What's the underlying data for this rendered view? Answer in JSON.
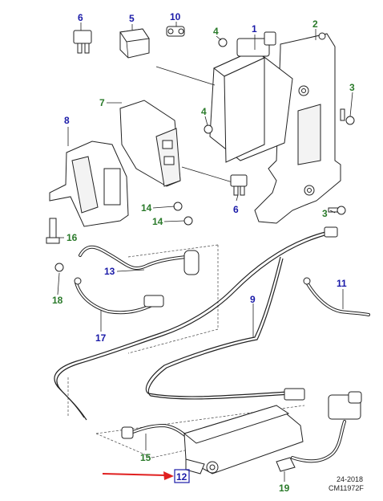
{
  "callouts": [
    {
      "id": "c1",
      "label": "1",
      "color": "#1a1aa8"
    },
    {
      "id": "c2",
      "label": "2",
      "color": "#2a7a2a"
    },
    {
      "id": "c3a",
      "label": "3",
      "color": "#2a7a2a"
    },
    {
      "id": "c3b",
      "label": "3",
      "color": "#2a7a2a"
    },
    {
      "id": "c4a",
      "label": "4",
      "color": "#2a7a2a"
    },
    {
      "id": "c4b",
      "label": "4",
      "color": "#2a7a2a"
    },
    {
      "id": "c5",
      "label": "5",
      "color": "#1a1aa8"
    },
    {
      "id": "c6a",
      "label": "6",
      "color": "#1a1aa8"
    },
    {
      "id": "c6b",
      "label": "6",
      "color": "#1a1aa8"
    },
    {
      "id": "c7",
      "label": "7",
      "color": "#2a7a2a"
    },
    {
      "id": "c8",
      "label": "8",
      "color": "#1a1aa8"
    },
    {
      "id": "c9",
      "label": "9",
      "color": "#1a1aa8"
    },
    {
      "id": "c10",
      "label": "10",
      "color": "#1a1aa8"
    },
    {
      "id": "c11",
      "label": "11",
      "color": "#1a1aa8"
    },
    {
      "id": "c12",
      "label": "12",
      "color": "#1a1aa8"
    },
    {
      "id": "c13",
      "label": "13",
      "color": "#1a1aa8"
    },
    {
      "id": "c14a",
      "label": "14",
      "color": "#2a7a2a"
    },
    {
      "id": "c14b",
      "label": "14",
      "color": "#2a7a2a"
    },
    {
      "id": "c15",
      "label": "15",
      "color": "#2a7a2a"
    },
    {
      "id": "c16",
      "label": "16",
      "color": "#2a7a2a"
    },
    {
      "id": "c17",
      "label": "17",
      "color": "#1a1aa8"
    },
    {
      "id": "c18",
      "label": "18",
      "color": "#2a7a2a"
    },
    {
      "id": "c19",
      "label": "19",
      "color": "#2a7a2a"
    }
  ],
  "highlight": {
    "callout_id": "c12",
    "box_color": "#1a1aa8",
    "arrow_color": "#e02020"
  },
  "footer": {
    "date_code": "24-2018",
    "drawing_id": "CM11972F"
  }
}
